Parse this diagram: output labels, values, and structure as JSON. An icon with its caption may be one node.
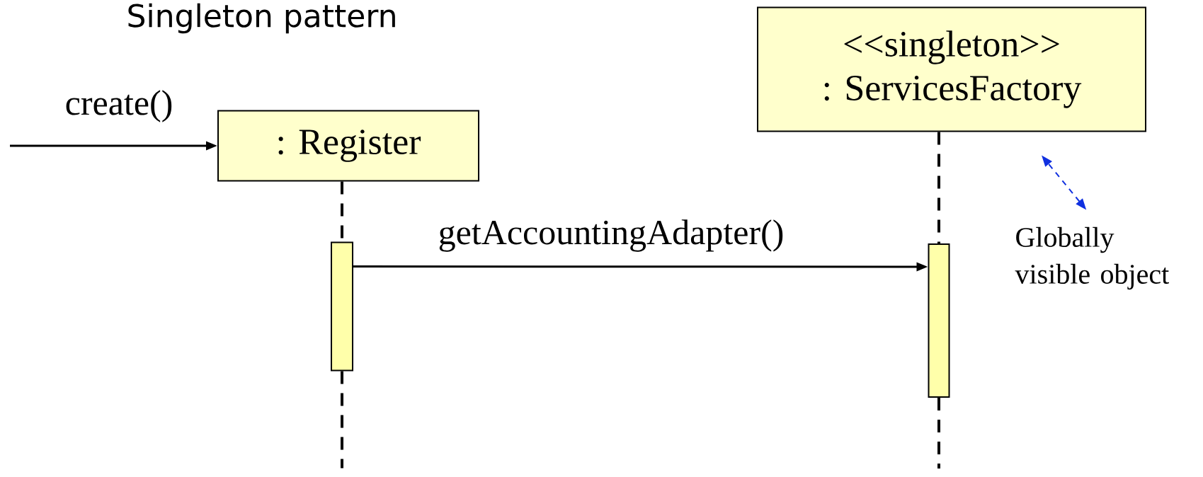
{
  "diagram": {
    "title": "Singleton pattern",
    "nodes": [
      {
        "text": [
          ": Register"
        ]
      },
      {
        "text": [
          "<<singleton>>",
          ": ServicesFactory"
        ]
      },
      {
        "text": [],
        "shape": "bar"
      },
      {
        "text": [],
        "shape": "bar"
      },
      {
        "text": [
          "Globally visible object"
        ]
      }
    ],
    "edges": [
      {
        "from": null,
        "to": 0,
        "arrow": "to",
        "label": "create()"
      },
      {
        "from": 2,
        "to": 3,
        "arrow": "to",
        "label": "getAccountingAdapter()"
      },
      {
        "from": 0,
        "to": 2,
        "arrow": "none",
        "style": "dashed"
      },
      {
        "from": 2,
        "to": null,
        "arrow": "none",
        "style": "dashed"
      },
      {
        "from": 1,
        "to": 3,
        "arrow": "none",
        "style": "dashed"
      },
      {
        "from": 3,
        "to": null,
        "arrow": "none",
        "style": "dashed"
      },
      {
        "from": 4,
        "to": 1,
        "arrow": "both",
        "style": "dashed",
        "color": "#1030e0"
      }
    ]
  }
}
